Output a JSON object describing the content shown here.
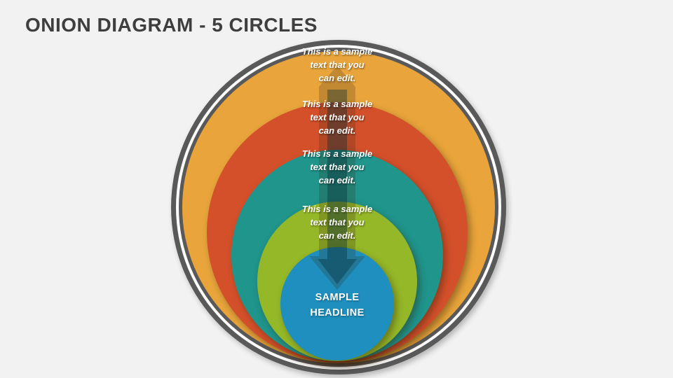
{
  "slide": {
    "title": "ONION DIAGRAM - 5 CIRCLES",
    "background_color": "#F2F2F2",
    "title_color": "#3E3E3E"
  },
  "diagram": {
    "type": "onion-diagram-5-circles",
    "border": {
      "ring_color": "#595959",
      "gap_color": "#FCFCFC"
    },
    "rings": [
      {
        "id": "ring-1",
        "color": "#E9A53B",
        "text": "This is a sample text that you can edit.",
        "lines": [
          "This is a sample",
          "text that you",
          "can edit."
        ]
      },
      {
        "id": "ring-2",
        "color": "#D4502B",
        "text": "This is a sample text that you can edit.",
        "lines": [
          "This is a sample",
          "text that you",
          "can edit."
        ]
      },
      {
        "id": "ring-3",
        "color": "#1F958C",
        "text": "This is a sample text that you can edit.",
        "lines": [
          "This is a sample",
          "text that you",
          "can edit."
        ]
      },
      {
        "id": "ring-4",
        "color": "#95B828",
        "text": "This is a sample text that you can edit.",
        "lines": [
          "This is a sample",
          "text that you",
          "can edit."
        ]
      },
      {
        "id": "ring-5-core",
        "color": "#1E8FBE",
        "text": "SAMPLE HEADLINE",
        "lines": [
          "SAMPLE",
          "HEADLINE"
        ]
      }
    ],
    "arrow": {
      "direction": "down",
      "outer_fill": "rgba(55,40,20,0.22)",
      "core_fill": "rgba(5,45,55,0.38)"
    }
  }
}
